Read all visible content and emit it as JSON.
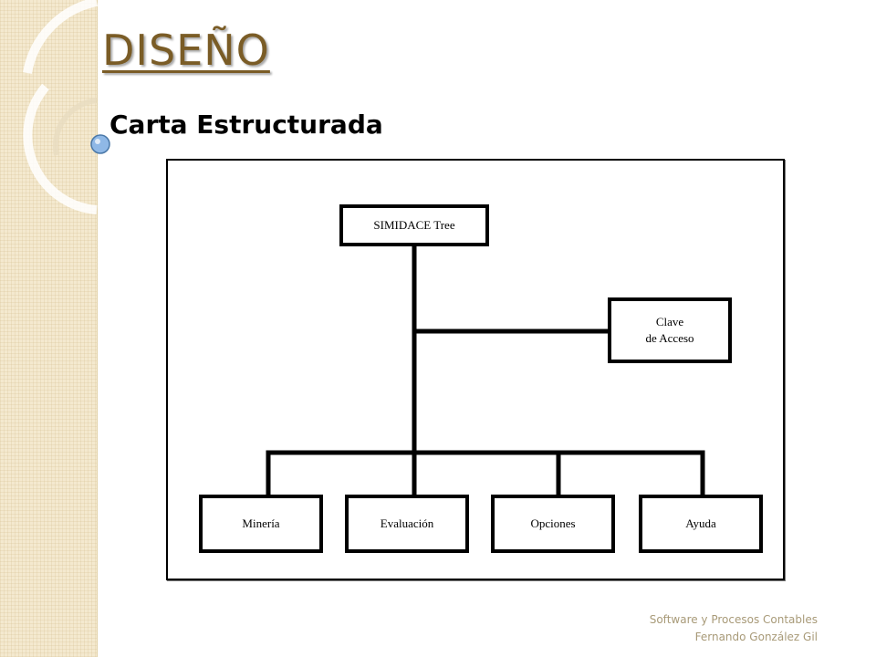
{
  "slide": {
    "title": "DISEÑO",
    "subtitle": "Carta Estructurada"
  },
  "diagram": {
    "nodes": {
      "root": "SIMIDACE Tree",
      "access_key": "Clave\nde Acceso",
      "mining": "Minería",
      "evaluation": "Evaluación",
      "options": "Opciones",
      "help": "Ayuda"
    }
  },
  "footer": {
    "line1": "Software y Procesos Contables",
    "line2": "Fernando González Gil"
  },
  "colors": {
    "title": "#7a5c26",
    "sidebar": "#f4e9cf",
    "footer_text": "#a89a78",
    "bullet": "#8fb8e6"
  }
}
